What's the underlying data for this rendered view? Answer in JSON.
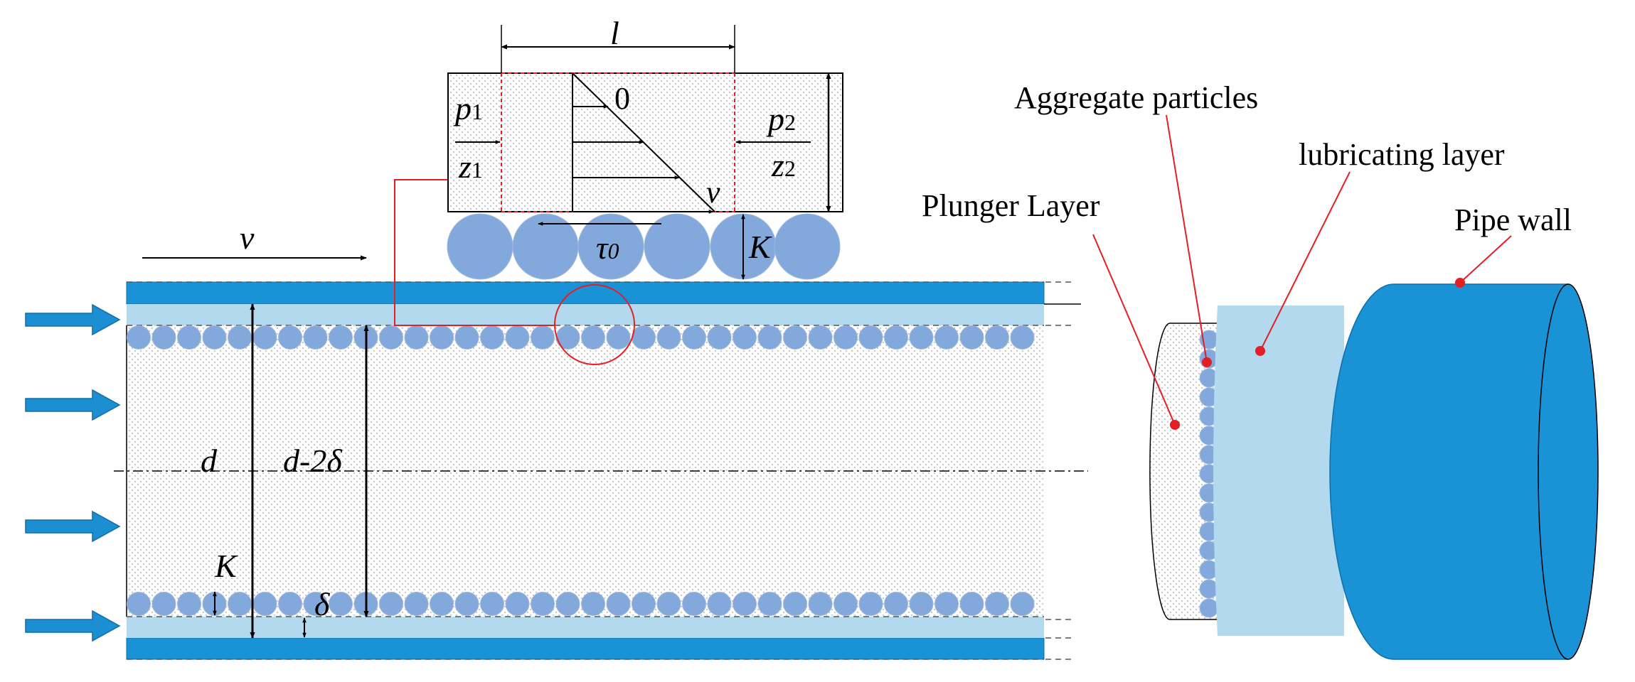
{
  "colors": {
    "pipe_wall": "#1a93d6",
    "lubricating_layer": "#b3d9ef",
    "particle": "#83a9dc",
    "flow_arrow": "#1b8fd1",
    "detail_marker": "#e31e24",
    "dot_fill": "#c9c9c9"
  },
  "labels": {
    "velocity": "v",
    "diameter": "d",
    "inner_diameter": "d-2δ",
    "particle_size": "K",
    "layer_thickness": "δ",
    "length": "l",
    "pressure_left": "p",
    "pressure_left_sub": "1",
    "pressure_right": "p",
    "pressure_right_sub": "2",
    "height_left": "z",
    "height_left_sub": "1",
    "height_right": "z",
    "height_right_sub": "2",
    "velocity_zero": "0",
    "velocity_end": "v",
    "shear_stress": "τ",
    "shear_stress_sub": "0",
    "detail_particle_size": "K"
  },
  "legend": {
    "aggregate_particles": "Aggregate particles",
    "lubricating_layer": "lubricating layer",
    "plunger_layer": "Plunger Layer",
    "pipe_wall": "Pipe wall"
  },
  "icons": {
    "flow_arrow": "right-arrow-icon",
    "detail_circle": "magnifier-circle",
    "leader_dot": "red-dot-icon"
  }
}
